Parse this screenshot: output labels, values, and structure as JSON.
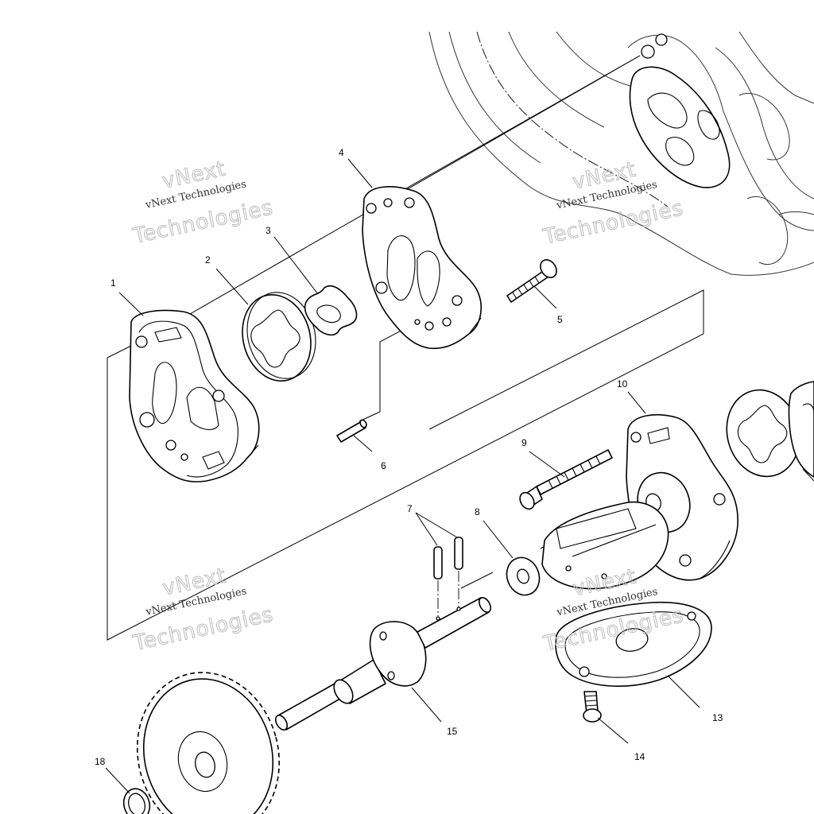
{
  "labels": {
    "p1": "1",
    "p2": "2",
    "p3": "3",
    "p4": "4",
    "p5": "5",
    "p6": "6",
    "p7": "7",
    "p8": "8",
    "p9": "9",
    "p10": "10",
    "p13": "13",
    "p14": "14",
    "p15": "15",
    "p18": "18"
  },
  "watermark": {
    "line1": "vNext",
    "line2": "vNext Technologies",
    "line3": "Technologies"
  },
  "colors": {
    "ink": "#000000",
    "watermark": "#bcbcbc",
    "background": "#ffffff"
  }
}
